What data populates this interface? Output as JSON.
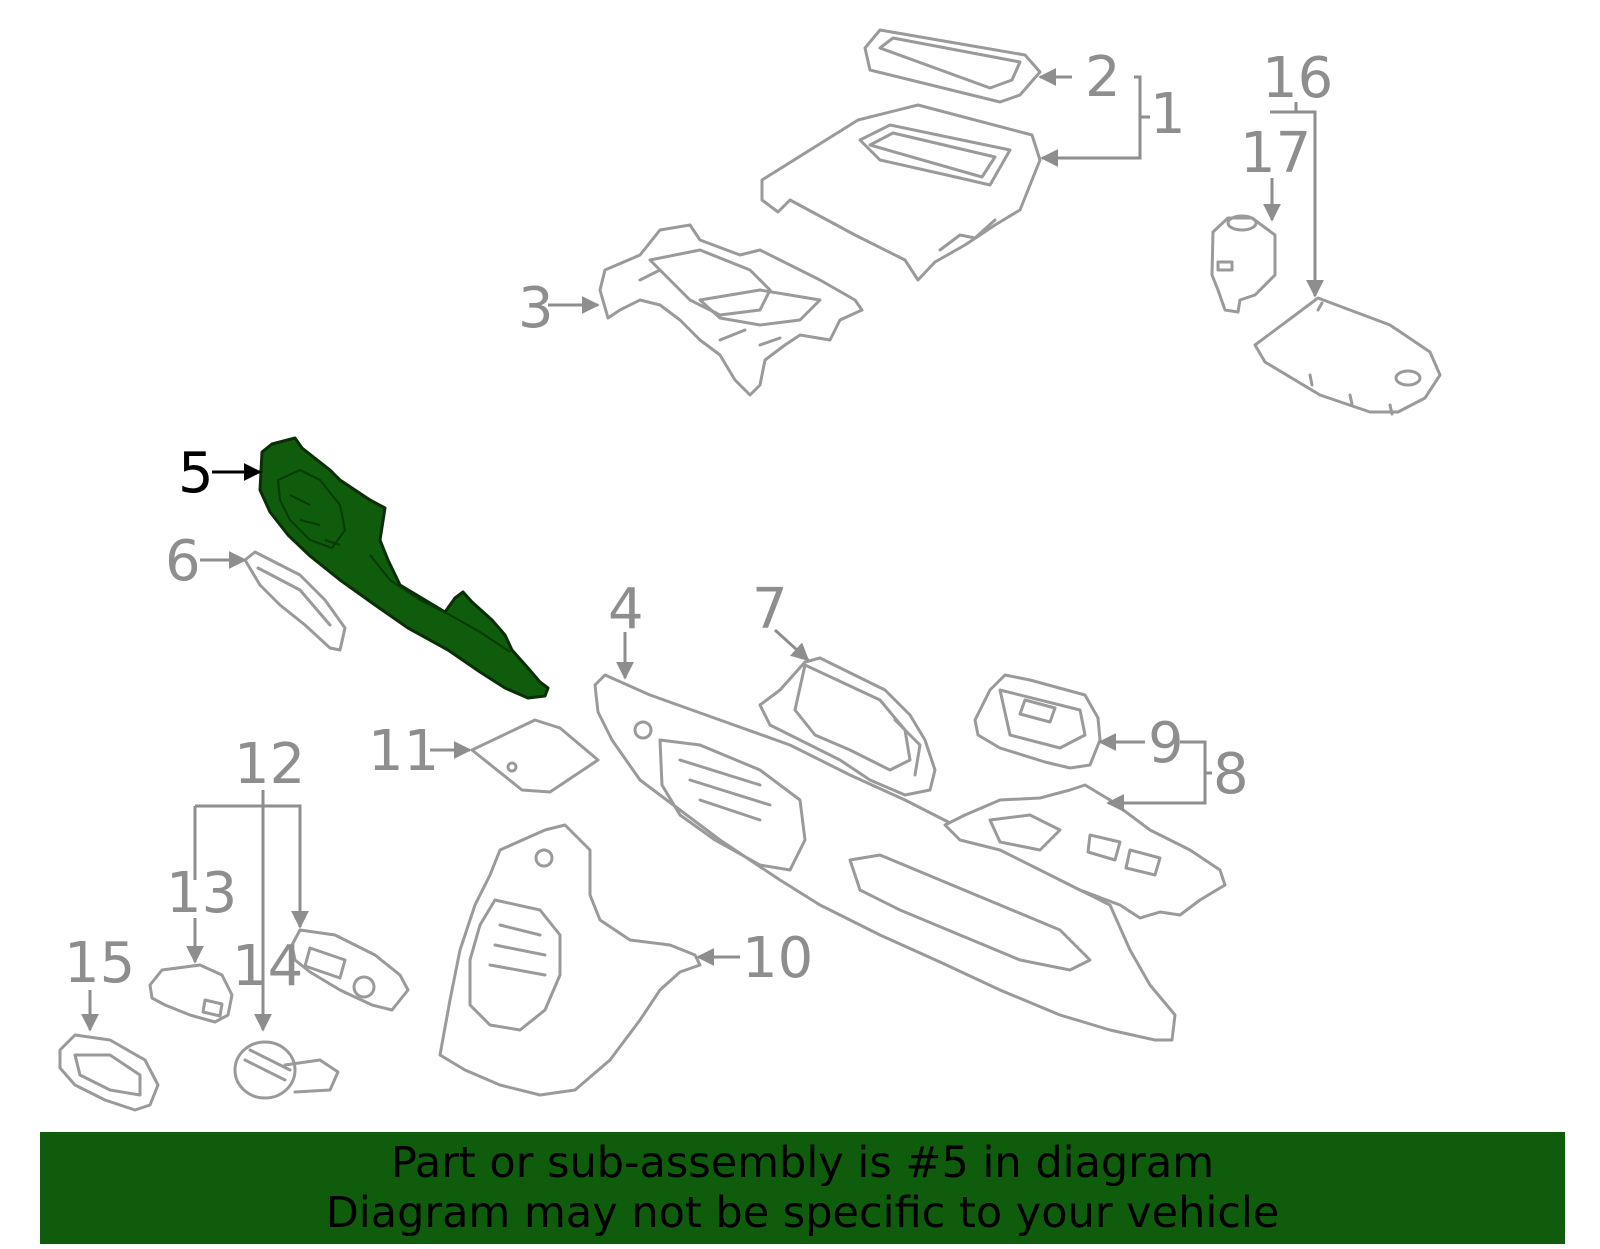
{
  "diagram": {
    "callouts": [
      "1",
      "2",
      "3",
      "4",
      "5",
      "6",
      "7",
      "8",
      "9",
      "10",
      "11",
      "12",
      "13",
      "14",
      "15",
      "16",
      "17"
    ],
    "highlighted_part": "5",
    "colors": {
      "highlight": "#0f5c0d",
      "banner": "#0f5c0d",
      "linework": "#9a9a9a"
    }
  },
  "banner": {
    "line1": "Part or sub-assembly is #5 in diagram",
    "line2": "Diagram may not be specific to your vehicle"
  }
}
